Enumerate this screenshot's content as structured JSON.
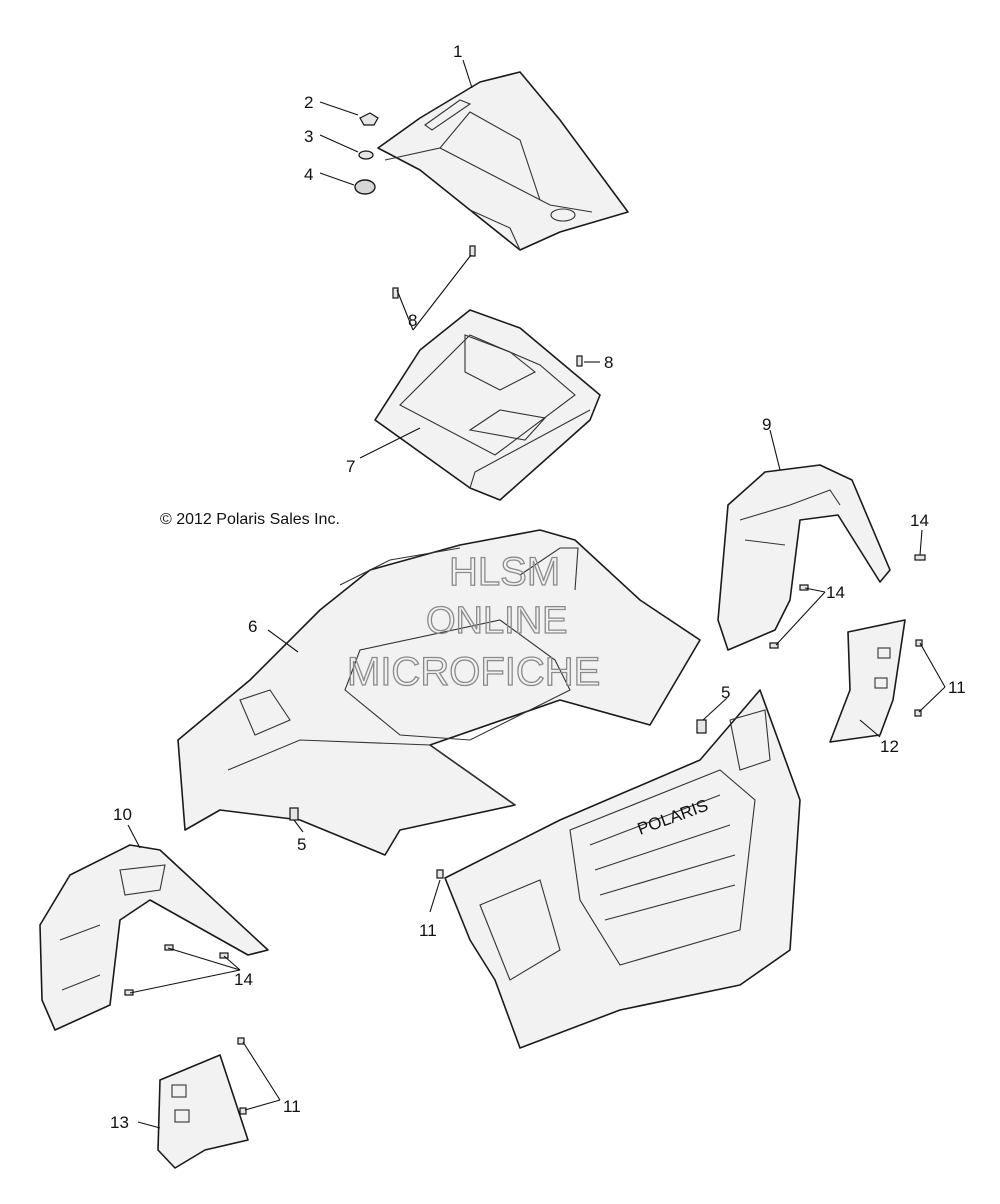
{
  "copyright": "© 2012 Polaris Sales Inc.",
  "watermark": {
    "line1": "HLSM",
    "line2": "ONLINE",
    "line3": "MICROFICHE"
  },
  "callouts": {
    "c1": "1",
    "c2": "2",
    "c3": "3",
    "c4": "4",
    "c5a": "5",
    "c5b": "5",
    "c6": "6",
    "c7": "7",
    "c8a": "8",
    "c8b": "8",
    "c9": "9",
    "c10": "10",
    "c11a": "11",
    "c11b": "11",
    "c11c": "11",
    "c12": "12",
    "c13": "13",
    "c14a": "14",
    "c14b": "14",
    "c14c": "14"
  },
  "grille_logo": "POLARIS"
}
